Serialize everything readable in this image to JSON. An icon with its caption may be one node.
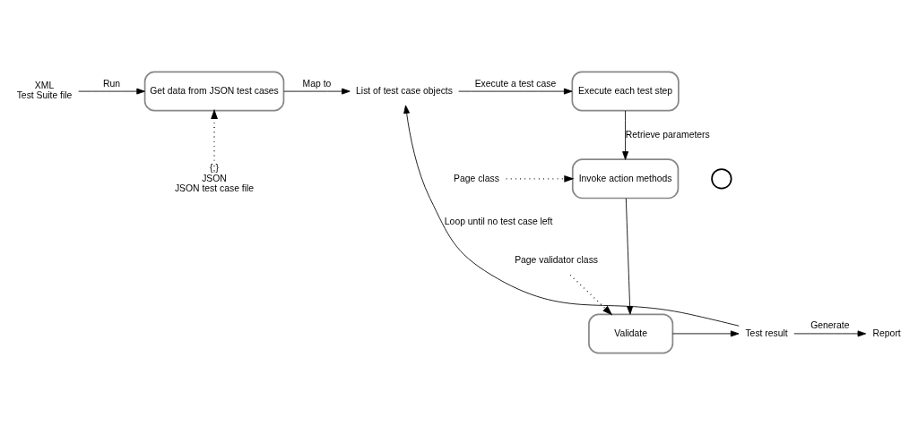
{
  "diagram": {
    "nodes": [
      {
        "text": [
          "XML",
          "Test Suite file"
        ]
      },
      {
        "text": [
          "Get data from JSON test cases"
        ]
      },
      {
        "text": [
          "{;}",
          "JSON",
          "JSON test case file"
        ]
      },
      {
        "text": [
          "List of test case objects"
        ]
      },
      {
        "text": [
          "Execute each test step"
        ]
      },
      {
        "text": [
          "Page class"
        ]
      },
      {
        "text": [
          "Invoke action methods"
        ]
      },
      {
        "text": [
          "Page validator class"
        ]
      },
      {
        "text": [
          "Validate"
        ]
      },
      {
        "text": [
          "Test result"
        ]
      },
      {
        "text": [
          "Report"
        ]
      },
      {
        "text": [],
        "shape": "circle"
      }
    ],
    "edges": [
      {
        "from": 0,
        "to": 1,
        "arrow": "to",
        "label": "Run"
      },
      {
        "from": 1,
        "to": 3,
        "arrow": "to",
        "label": "Map to"
      },
      {
        "from": 2,
        "to": 1,
        "arrow": "to",
        "style": "dashed"
      },
      {
        "from": 3,
        "to": 4,
        "arrow": "to",
        "label": "Execute a test case"
      },
      {
        "from": 4,
        "to": 6,
        "arrow": "to",
        "label": "Retrieve parameters"
      },
      {
        "from": 5,
        "to": 6,
        "arrow": "to",
        "style": "dashed"
      },
      {
        "from": 6,
        "to": 8,
        "arrow": "to"
      },
      {
        "from": 7,
        "to": 8,
        "arrow": "to",
        "style": "dashed"
      },
      {
        "from": 8,
        "to": 9,
        "arrow": "to"
      },
      {
        "from": 9,
        "to": 10,
        "arrow": "to",
        "label": "Generate"
      },
      {
        "from": 9,
        "to": 3,
        "arrow": "to",
        "label": "Loop until no test case left"
      }
    ]
  }
}
